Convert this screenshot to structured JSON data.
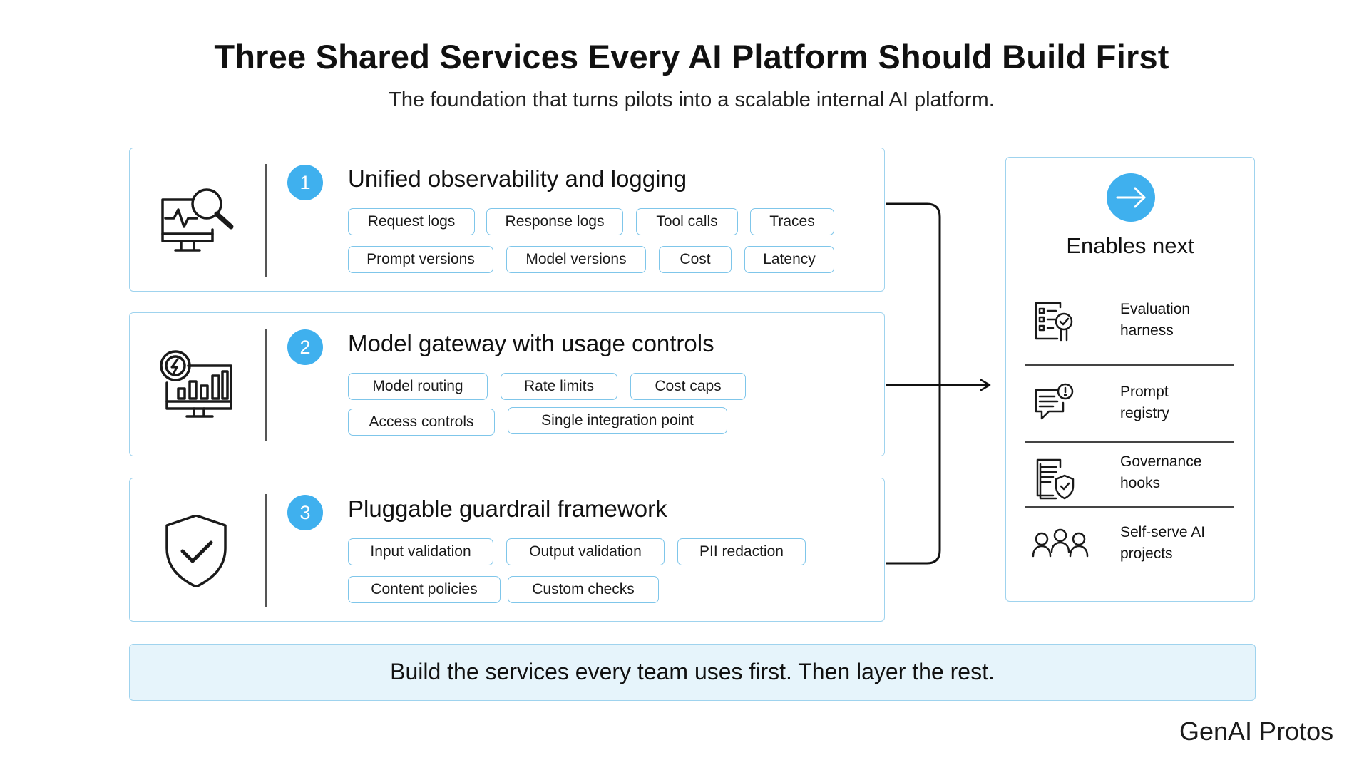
{
  "title": "Three Shared Services Every AI Platform Should Build First",
  "subtitle": "The foundation that turns pilots into a scalable internal AI platform.",
  "accent_color": "#3fb0ee",
  "border_color": "#9fd3ee",
  "cards": [
    {
      "number": "1",
      "title": "Unified observability and logging",
      "icon": "monitor-magnifier-icon",
      "chips": [
        "Request logs",
        "Response logs",
        "Tool calls",
        "Traces",
        "Prompt versions",
        "Model versions",
        "Cost",
        "Latency"
      ]
    },
    {
      "number": "2",
      "title": "Model gateway with usage controls",
      "icon": "monitor-bar-chart-bolt-icon",
      "chips": [
        "Model routing",
        "Rate limits",
        "Cost caps",
        "Access controls",
        "Single integration point"
      ]
    },
    {
      "number": "3",
      "title": "Pluggable guardrail framework",
      "icon": "shield-check-icon",
      "chips": [
        "Input validation",
        "Output validation",
        "PII redaction",
        "Content policies",
        "Custom checks"
      ]
    }
  ],
  "enables": {
    "title": "Enables next",
    "icon": "arrow-right-circle-icon",
    "items": [
      {
        "label_line1": "Evaluation",
        "label_line2": "harness",
        "icon": "checklist-icon"
      },
      {
        "label_line1": "Prompt",
        "label_line2": "registry",
        "icon": "chat-alert-icon"
      },
      {
        "label_line1": "Governance",
        "label_line2": "hooks",
        "icon": "document-shield-icon"
      },
      {
        "label_line1": "Self-serve AI",
        "label_line2": "projects",
        "icon": "people-group-icon"
      }
    ]
  },
  "banner": "Build the services every team uses first. Then layer the rest.",
  "brand": "GenAI Protos"
}
